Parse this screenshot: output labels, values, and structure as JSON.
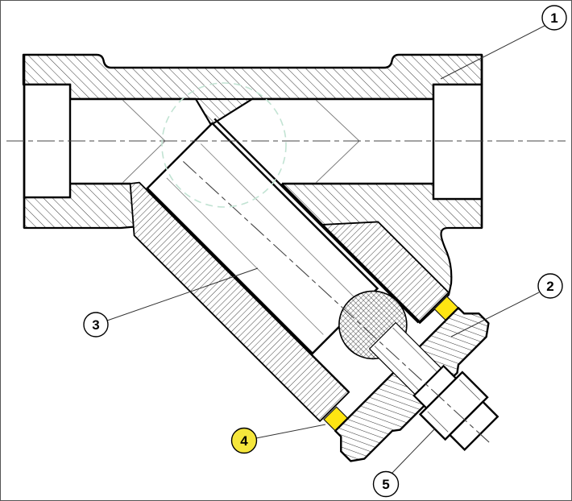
{
  "callouts": [
    {
      "label": "1"
    },
    {
      "label": "2"
    },
    {
      "label": "3"
    },
    {
      "label": "4"
    },
    {
      "label": "5"
    }
  ],
  "colors": {
    "line": "#000000",
    "hatch": "#3c3c3c",
    "highlight_yellow": "#ffe512",
    "callout4_fill": "#f5e63c",
    "screen_circle_teal": "#c2e3d3"
  }
}
